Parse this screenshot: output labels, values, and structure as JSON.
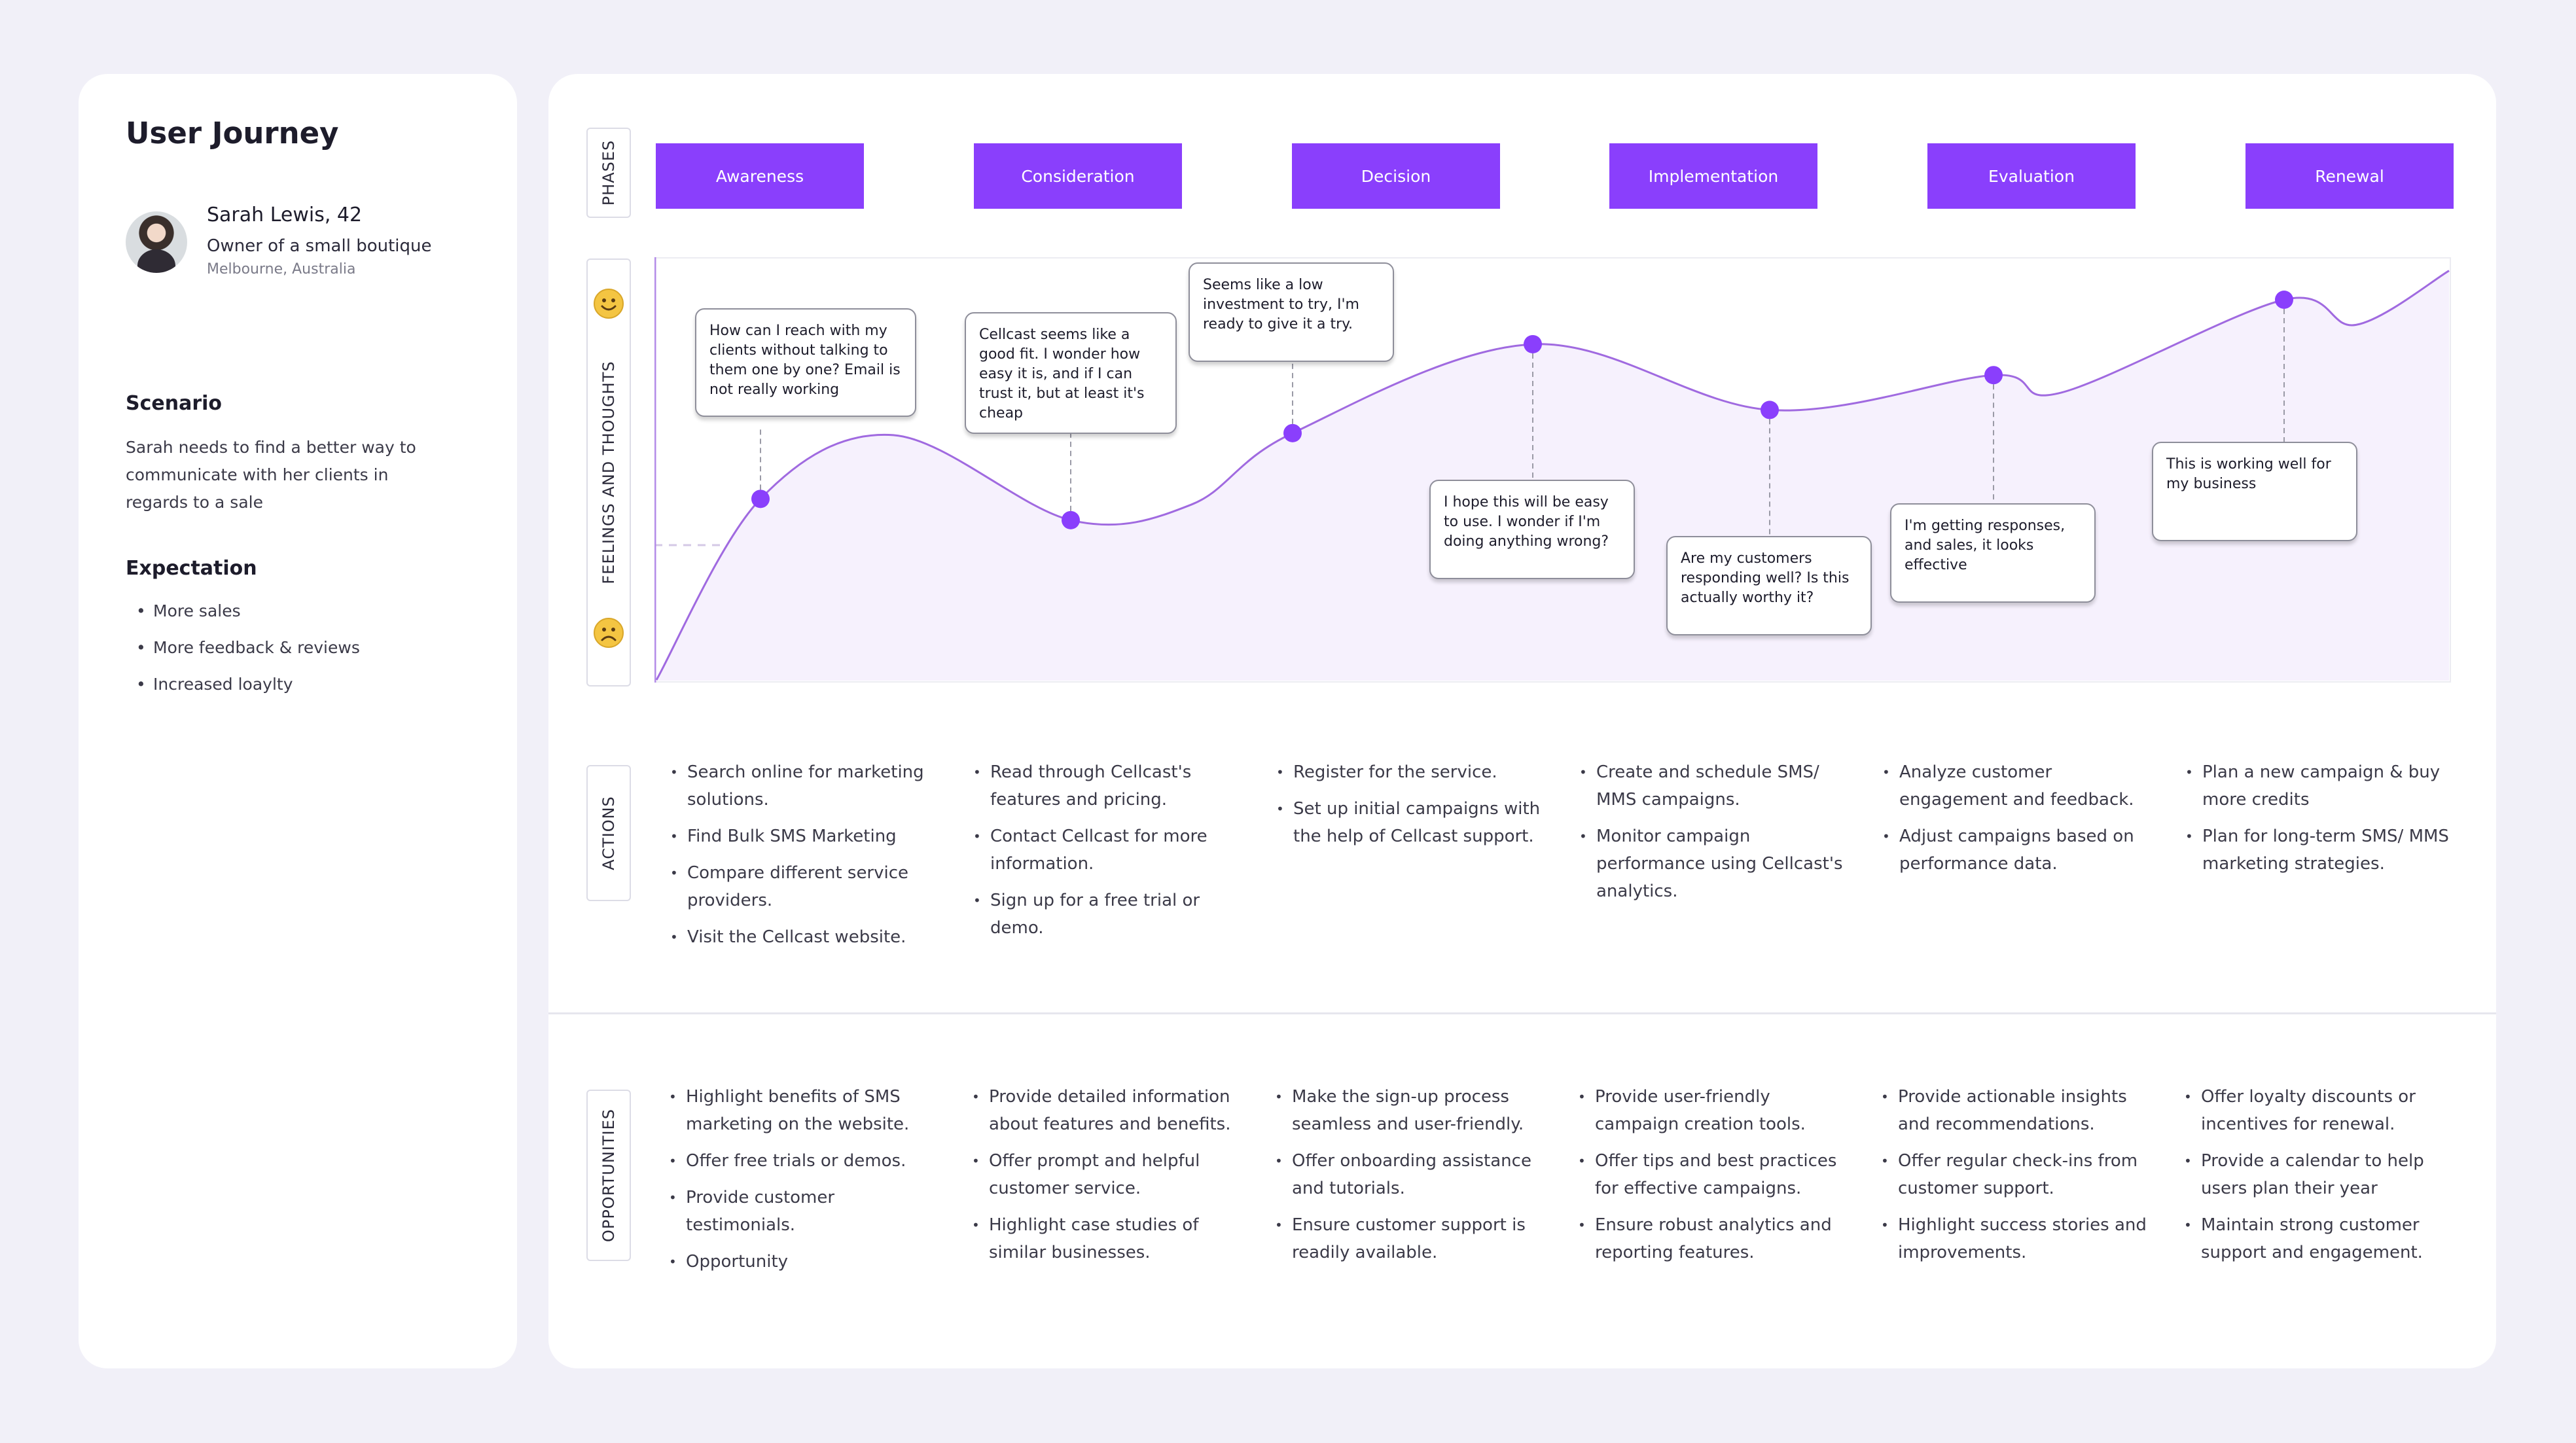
{
  "persona": {
    "title": "User Journey",
    "name": "Sarah Lewis, 42",
    "role": "Owner of a small boutique",
    "location": "Melbourne, Australia",
    "scenario_heading": "Scenario",
    "scenario_text": "Sarah needs to find a better way to communicate with her clients in regards to a sale",
    "expectation_heading": "Expectation",
    "expectations": [
      "More sales",
      "More feedback & reviews",
      "Increased loaylty"
    ]
  },
  "row_labels": {
    "phases": "PHASES",
    "feelings": "FEELINGS AND THOUGHTS",
    "actions": "ACTIONS",
    "opportunities": "OPPORTUNITIES"
  },
  "phases": [
    "Awareness",
    "Consideration",
    "Decision",
    "Implementation",
    "Evaluation",
    "Renewal"
  ],
  "icons": {
    "happy": "smiley-face-icon",
    "sad": "frowning-face-icon"
  },
  "colors": {
    "accent": "#8a3ffc",
    "curve": "#a06ae0",
    "area": "#f6f1fd",
    "emoji": "#f4c542"
  },
  "thoughts": [
    "How can I reach with my clients without talking to them one by one?  Email is not really working",
    "Cellcast seems like a good fit. I wonder how easy it is, and if I can trust it, but at least it's cheap",
    "Seems like a low investment to try, I'm ready to give it a try.",
    "I hope this will be easy to use. I wonder if I'm doing anything wrong?",
    "Are my customers responding well? Is this actually worthy it?",
    "I'm getting responses, and sales, it looks effective",
    "This is working well for my business"
  ],
  "chart_data": {
    "type": "line",
    "title": "",
    "xlabel": "",
    "ylabel": "FEELINGS AND THOUGHTS",
    "x": [
      "Awareness",
      "Consideration",
      "Decision",
      "Implementation",
      "Evaluation",
      "Renewal"
    ],
    "points": [
      {
        "phase": "Awareness",
        "sentiment": -0.25
      },
      {
        "phase": "Consideration",
        "sentiment": -0.36
      },
      {
        "phase": "Decision",
        "sentiment": 0.09
      },
      {
        "phase": "Decision",
        "sentiment": 0.55
      },
      {
        "phase": "Implementation",
        "sentiment": 0.21
      },
      {
        "phase": "Evaluation",
        "sentiment": 0.39
      },
      {
        "phase": "Renewal",
        "sentiment": 0.78
      }
    ],
    "ylim": [
      -1.2,
      1.0
    ],
    "grid": false
  },
  "actions": [
    [
      "Search online for marketing solutions.",
      "Find Bulk SMS Marketing",
      "Compare different service providers.",
      "Visit the Cellcast website."
    ],
    [
      "Read through Cellcast's features and pricing.",
      "Contact Cellcast for more information.",
      "Sign up for a free trial or demo."
    ],
    [
      "Register for the service.",
      "Set up initial campaigns with the help of Cellcast support."
    ],
    [
      "Create and schedule SMS/ MMS campaigns.",
      "Monitor campaign performance using Cellcast's analytics."
    ],
    [
      "Analyze customer engagement and feedback.",
      "Adjust campaigns based on performance data."
    ],
    [
      "Plan a new campaign & buy more credits",
      "Plan for long-term SMS/ MMS marketing strategies."
    ]
  ],
  "opportunities": [
    [
      "Highlight benefits of SMS marketing on the website.",
      "Offer free trials or demos.",
      "Provide customer testimonials.",
      "Opportunity"
    ],
    [
      "Provide detailed information about features and benefits.",
      "Offer prompt and helpful customer service.",
      "Highlight case studies of similar businesses."
    ],
    [
      "Make the sign-up process seamless and user-friendly.",
      "Offer onboarding assistance and tutorials.",
      "Ensure customer support is readily available."
    ],
    [
      "Provide user-friendly campaign creation tools.",
      "Offer tips and best practices for effective campaigns.",
      "Ensure robust analytics and reporting features."
    ],
    [
      "Provide actionable insights and recommendations.",
      "Offer regular check-ins from customer support.",
      "Highlight success stories and improvements."
    ],
    [
      "Offer loyalty discounts or incentives for renewal.",
      "Provide a calendar to help users plan their year",
      "Maintain strong customer support and engagement."
    ]
  ]
}
